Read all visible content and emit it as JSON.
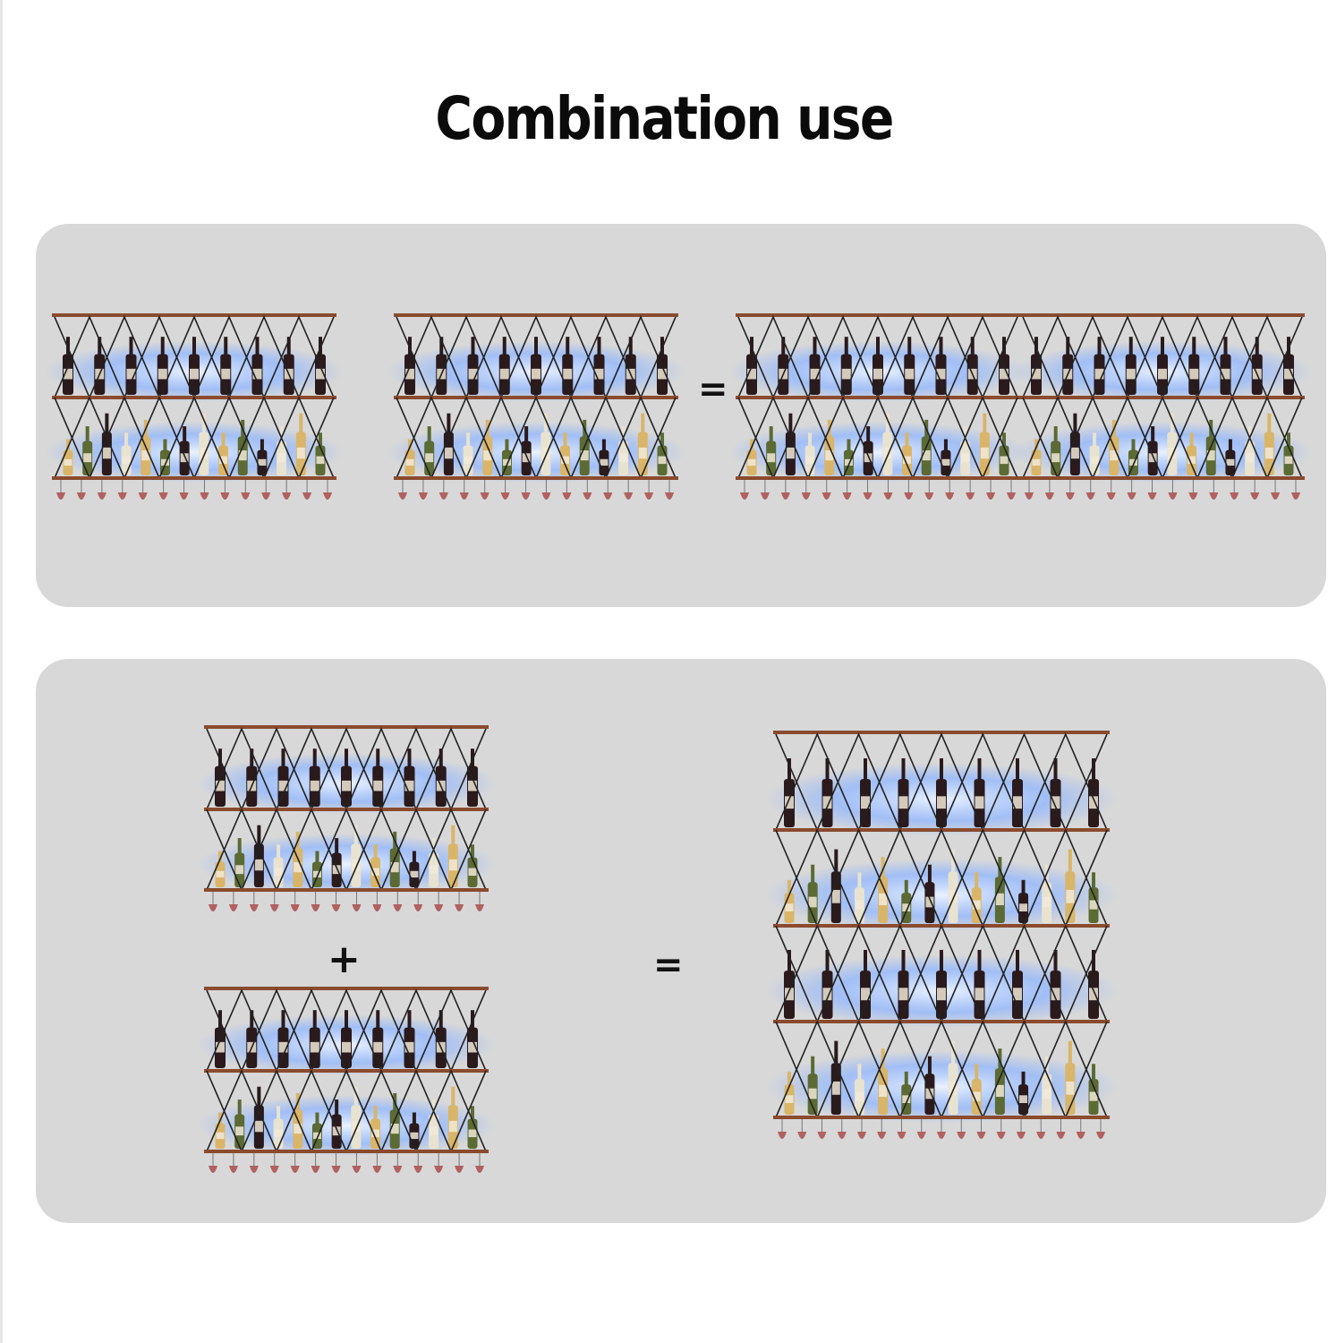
{
  "title": "Combination use",
  "operators": {
    "equals": "=",
    "plus": "+"
  },
  "colors": {
    "panel": "#d8d8d8",
    "shelf": "#8a4b2e",
    "frame": "#222222",
    "glow": "#8fb6ff",
    "bottle_dark": "#2a1a1c",
    "bottle_gold": "#d9b56a",
    "bottle_green": "#5c6a33",
    "glass": "#a33a38"
  },
  "icons": [
    "wine-rack-illustration",
    "wine-bottle-icon",
    "wine-glass-icon",
    "led-glow"
  ]
}
